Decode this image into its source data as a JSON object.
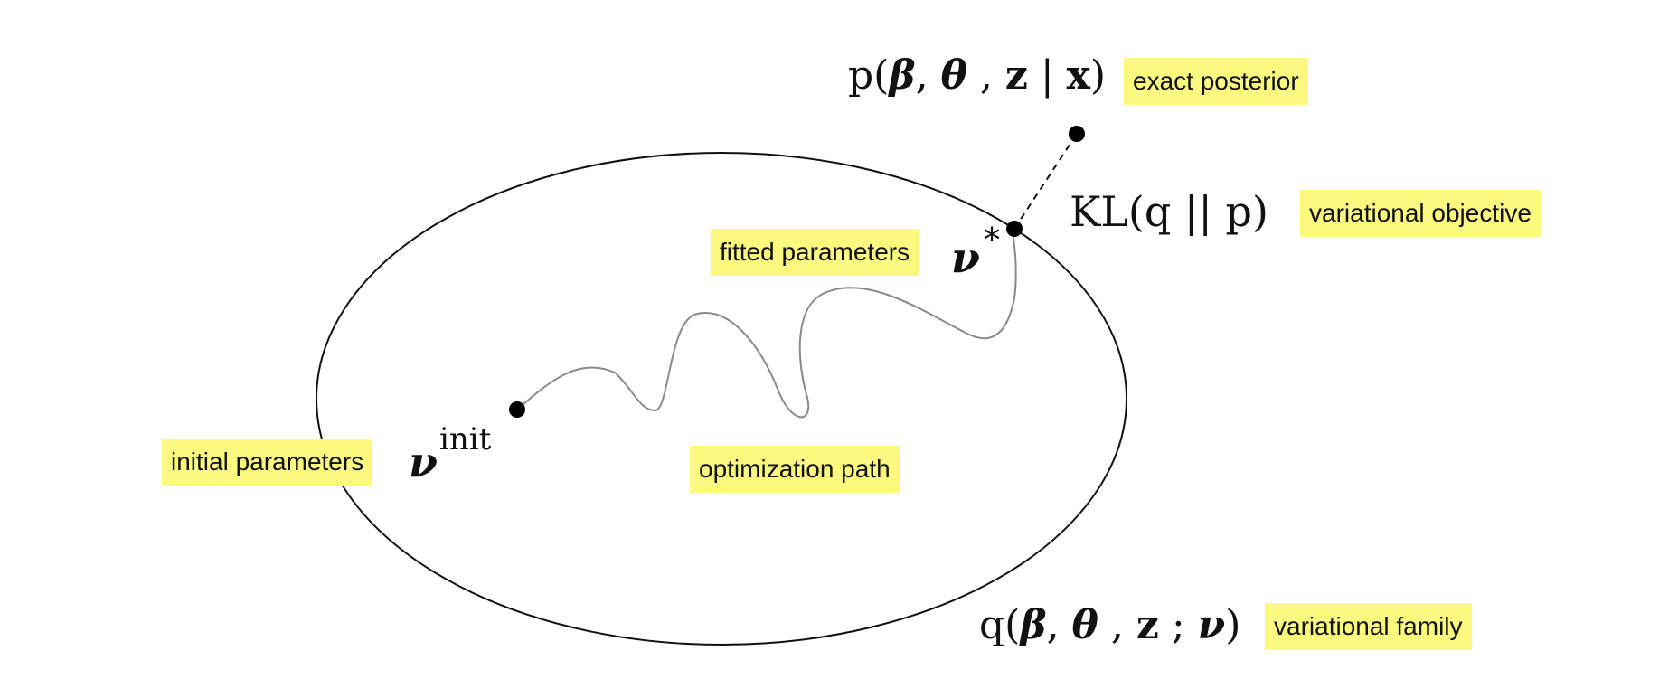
{
  "labels": {
    "exact_posterior": "exact posterior",
    "variational_objective": "variational objective",
    "fitted_parameters": "fitted parameters",
    "initial_parameters": "initial parameters",
    "optimization_path": "optimization path",
    "variational_family": "variational family"
  },
  "math": {
    "posterior": {
      "p": "p(",
      "beta": "β",
      "comma1": ", ",
      "theta": "θ",
      "comma2": " , ",
      "z": "z",
      "bar": " | ",
      "x": "x",
      "close": ")"
    },
    "kl": "KL(q || p)",
    "family": {
      "q": "q(",
      "beta": "β",
      "comma1": ", ",
      "theta": "θ",
      "comma2": " , ",
      "z": "z",
      "semi": " ; ",
      "nu": "ν",
      "close": ")"
    },
    "nu_star": {
      "nu": "ν",
      "star": "*"
    },
    "nu_init": {
      "nu": "ν",
      "sup": "init"
    }
  },
  "colors": {
    "highlight": "#fbf97e",
    "ellipse_stroke": "#111111",
    "path_stroke": "#8a8a8a",
    "point": "#000000"
  }
}
